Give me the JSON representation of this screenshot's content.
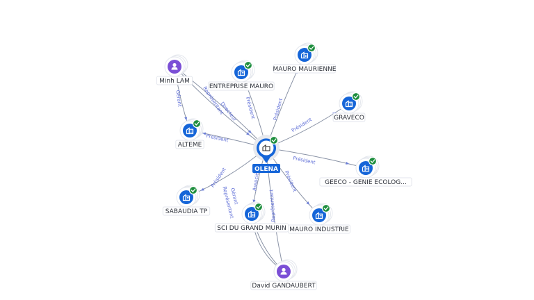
{
  "colors": {
    "company": "#1565d8",
    "person": "#7b4fd6",
    "check": "#1e8e3e",
    "edge": "#8a93a6",
    "edge_label": "#5b6bd6"
  },
  "icons": {
    "company": "building-icon",
    "person": "person-icon",
    "check": "check-icon"
  },
  "center": {
    "id": "olena",
    "label": "OLENA",
    "type": "company",
    "verified": true
  },
  "nodes": [
    {
      "id": "minh_lam",
      "label": "Minh LAM",
      "type": "person",
      "verified": false
    },
    {
      "id": "entreprise_mauro",
      "label": "ENTREPRISE MAURO",
      "type": "company",
      "verified": true
    },
    {
      "id": "mauro_maurienne",
      "label": "MAURO MAURIENNE",
      "type": "company",
      "verified": true
    },
    {
      "id": "graveco",
      "label": "GRAVECO",
      "type": "company",
      "verified": true
    },
    {
      "id": "alteme",
      "label": "ALTEME",
      "type": "company",
      "verified": true
    },
    {
      "id": "geeco",
      "label": "GEECO - GENIE ECOLOG...",
      "type": "company",
      "verified": true
    },
    {
      "id": "sabaudia_tp",
      "label": "SABAUDIA TP",
      "type": "company",
      "verified": true
    },
    {
      "id": "sci_du_grand_murin",
      "label": "SCI DU GRAND MURIN",
      "type": "company",
      "verified": true
    },
    {
      "id": "mauro_industrie",
      "label": "MAURO INDUSTRIE",
      "type": "company",
      "verified": true
    },
    {
      "id": "david_gandaubert",
      "label": "David GANDAUBERT",
      "type": "person",
      "verified": false
    }
  ],
  "edges": [
    {
      "from": "olena",
      "to": "entreprise_mauro",
      "label": "Président"
    },
    {
      "from": "olena",
      "to": "mauro_maurienne",
      "label": "Président"
    },
    {
      "from": "olena",
      "to": "graveco",
      "label": "Président"
    },
    {
      "from": "olena",
      "to": "alteme",
      "label": "Président"
    },
    {
      "from": "olena",
      "to": "geeco",
      "label": "Président"
    },
    {
      "from": "olena",
      "to": "sabaudia_tp",
      "label": "Président"
    },
    {
      "from": "olena",
      "to": "sci_du_grand_murin",
      "label": "Associé"
    },
    {
      "from": "olena",
      "to": "mauro_industrie",
      "label": "Président"
    },
    {
      "from": "minh_lam",
      "to": "olena",
      "label": "Directeur"
    },
    {
      "from": "minh_lam",
      "to": "olena",
      "label": "Représentant"
    },
    {
      "from": "minh_lam",
      "to": "alteme",
      "label": "Gérant"
    },
    {
      "from": "david_gandaubert",
      "to": "olena",
      "label": "Représentant"
    },
    {
      "from": "david_gandaubert",
      "to": "sci_du_grand_murin",
      "label": "Gérant"
    },
    {
      "from": "david_gandaubert",
      "to": "sci_du_grand_murin",
      "label": "Représentant"
    }
  ]
}
